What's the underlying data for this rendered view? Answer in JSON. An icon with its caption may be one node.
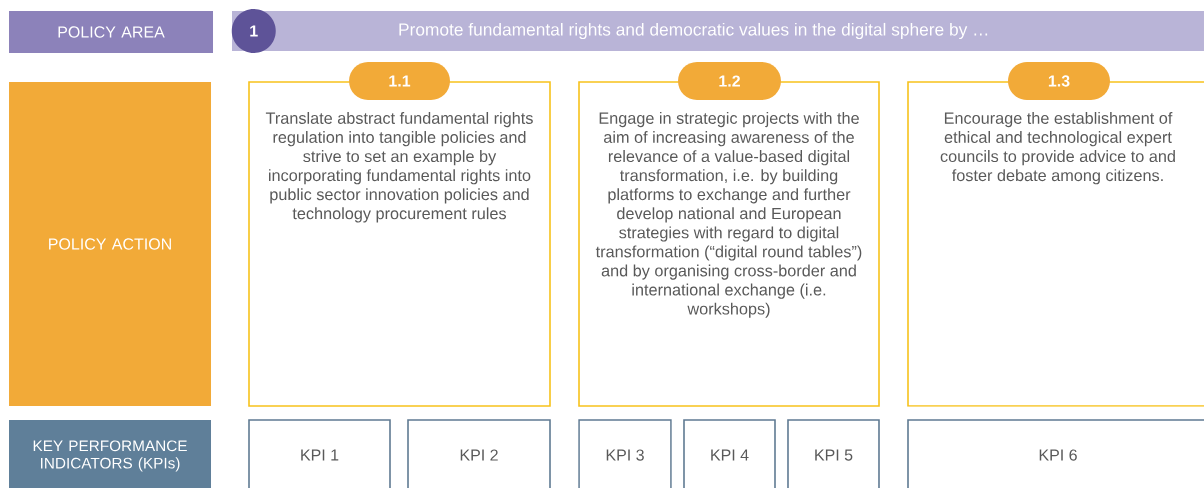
{
  "diagram": {
    "nodes": [
      {
        "text": [
          "POLICY AREA"
        ]
      },
      {
        "text": [
          "Promote fundamental rights and democratic values in the digital sphere by …"
        ]
      },
      {
        "text": [
          "1"
        ],
        "in": 1
      },
      {
        "text": [
          "POLICY ACTION"
        ]
      },
      {
        "text": [
          "1.1"
        ]
      },
      {
        "text": [
          "Translate abstract fundamental rights regulation into tangible policies and strive to set an example by incorporating fundamental rights into public sector innovation policies and technology procurement rules"
        ]
      },
      {
        "text": [
          "1.2"
        ]
      },
      {
        "text": [
          "Engage in strategic projects with the aim of increasing awareness of the relevance of a value-based digital transformation, i.e. by building platforms to exchange and further develop national and European strategies with regard to digital transformation (“digital round tables”) and by organising cross-border and international exchange (i.e. workshops)"
        ]
      },
      {
        "text": [
          "1.3"
        ]
      },
      {
        "text": [
          "Encourage the establishment of ethical and technological expert councils to provide advice to and foster debate among citizens."
        ]
      },
      {
        "text": [
          "KEY PERFORMANCE INDICATORS (KPIs)"
        ]
      },
      {
        "text": [
          "KPI 1"
        ]
      },
      {
        "text": [
          "KPI 2"
        ]
      },
      {
        "text": [
          "KPI 3"
        ]
      },
      {
        "text": [
          "KPI 4"
        ]
      },
      {
        "text": [
          "KPI 5"
        ]
      },
      {
        "text": [
          "KPI 6"
        ]
      }
    ],
    "edges": []
  }
}
